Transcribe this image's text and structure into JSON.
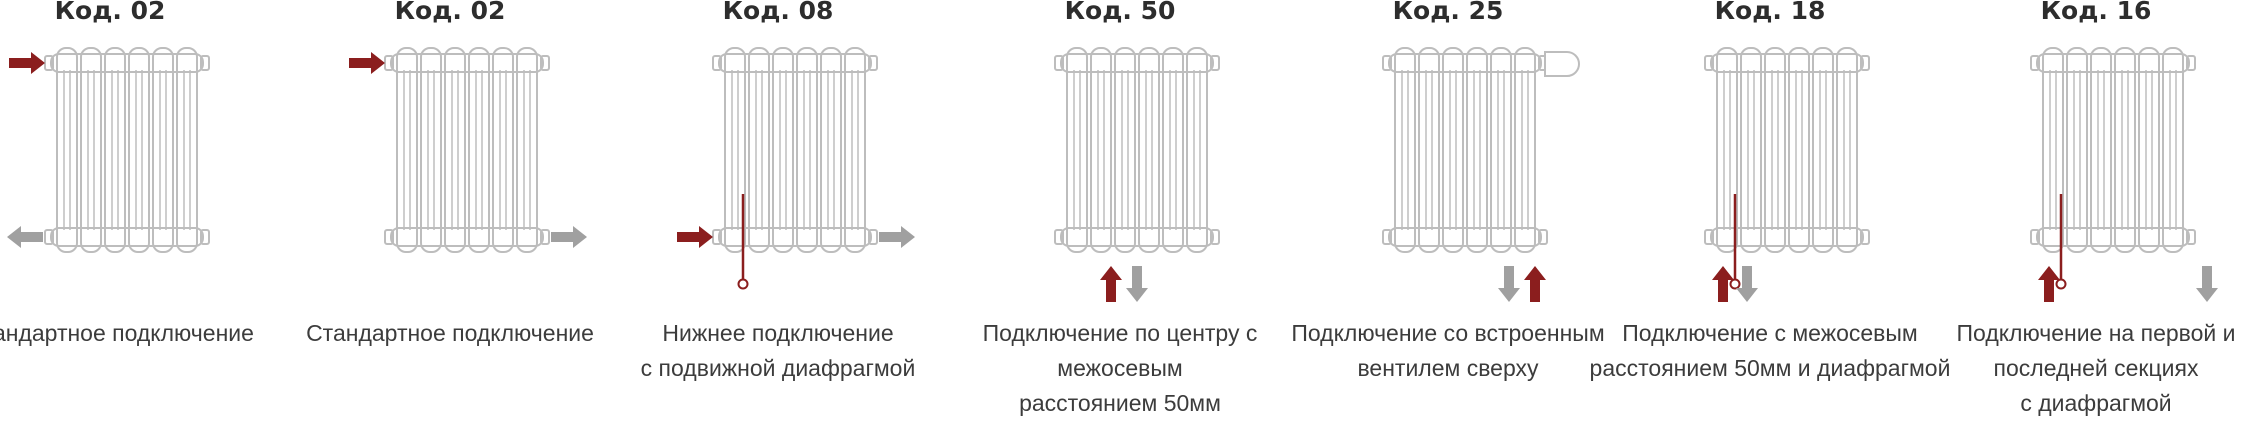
{
  "colors": {
    "inlet": "#8b1e1e",
    "outlet": "#a0a0a0",
    "radiator": "#bdbdbd"
  },
  "panels": [
    {
      "code": "Код. 02",
      "caption": "Стандартное подключение",
      "arrows": [
        {
          "kind": "inlet",
          "dir": "right",
          "pos": "top-left"
        },
        {
          "kind": "outlet",
          "dir": "left",
          "pos": "bottom-left"
        }
      ]
    },
    {
      "code": "Код. 02",
      "caption": "Стандартное подключение",
      "arrows": [
        {
          "kind": "inlet",
          "dir": "right",
          "pos": "top-left"
        },
        {
          "kind": "outlet",
          "dir": "right",
          "pos": "bottom-right"
        }
      ]
    },
    {
      "code": "Код. 08",
      "caption": "Нижнее подключение\nс подвижной диафрагмой",
      "arrows": [
        {
          "kind": "inlet",
          "dir": "right",
          "pos": "bottom-left"
        },
        {
          "kind": "outlet",
          "dir": "right",
          "pos": "bottom-right"
        }
      ],
      "diaphragm": "first"
    },
    {
      "code": "Код. 50",
      "caption": "Подключение по центру с\nмежосевым\nрасстоянием 50мм",
      "arrows": [
        {
          "kind": "inlet",
          "dir": "up",
          "pos": "center-1"
        },
        {
          "kind": "outlet",
          "dir": "down",
          "pos": "center-2"
        }
      ]
    },
    {
      "code": "Код. 25",
      "caption": "Подключение со встроенным\nвентилем сверху",
      "arrows": [
        {
          "kind": "outlet",
          "dir": "down",
          "pos": "right-1"
        },
        {
          "kind": "inlet",
          "dir": "up",
          "pos": "right-2"
        }
      ],
      "valve": "top-right"
    },
    {
      "code": "Код. 18",
      "caption": "Подключение с межосевым\nрасстоянием 50мм и диафрагмой",
      "arrows": [
        {
          "kind": "inlet",
          "dir": "up",
          "pos": "left-1"
        },
        {
          "kind": "outlet",
          "dir": "down",
          "pos": "left-2"
        }
      ],
      "diaphragm": "first"
    },
    {
      "code": "Код. 16",
      "caption": "Подключение на первой и\nпоследней секциях\nс диафрагмой",
      "arrows": [
        {
          "kind": "inlet",
          "dir": "up",
          "pos": "left-1"
        },
        {
          "kind": "outlet",
          "dir": "down",
          "pos": "far-right"
        }
      ],
      "diaphragm": "first"
    }
  ]
}
